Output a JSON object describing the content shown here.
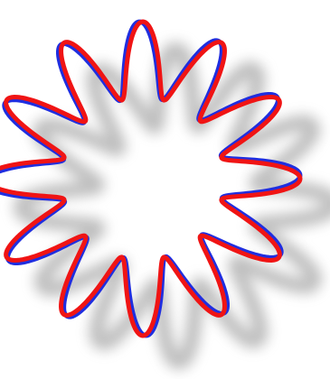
{
  "figure": {
    "description_free": true,
    "curves": [
      {
        "name": "blue-wave-ring",
        "color": "#1f2ee0",
        "lobes": 12,
        "phase_deg": 15
      },
      {
        "name": "red-wave-ring",
        "color": "#f01414",
        "lobes": 12,
        "phase_deg": 0
      }
    ],
    "shadow_color": "#8a8a8a",
    "background": "#ffffff"
  }
}
